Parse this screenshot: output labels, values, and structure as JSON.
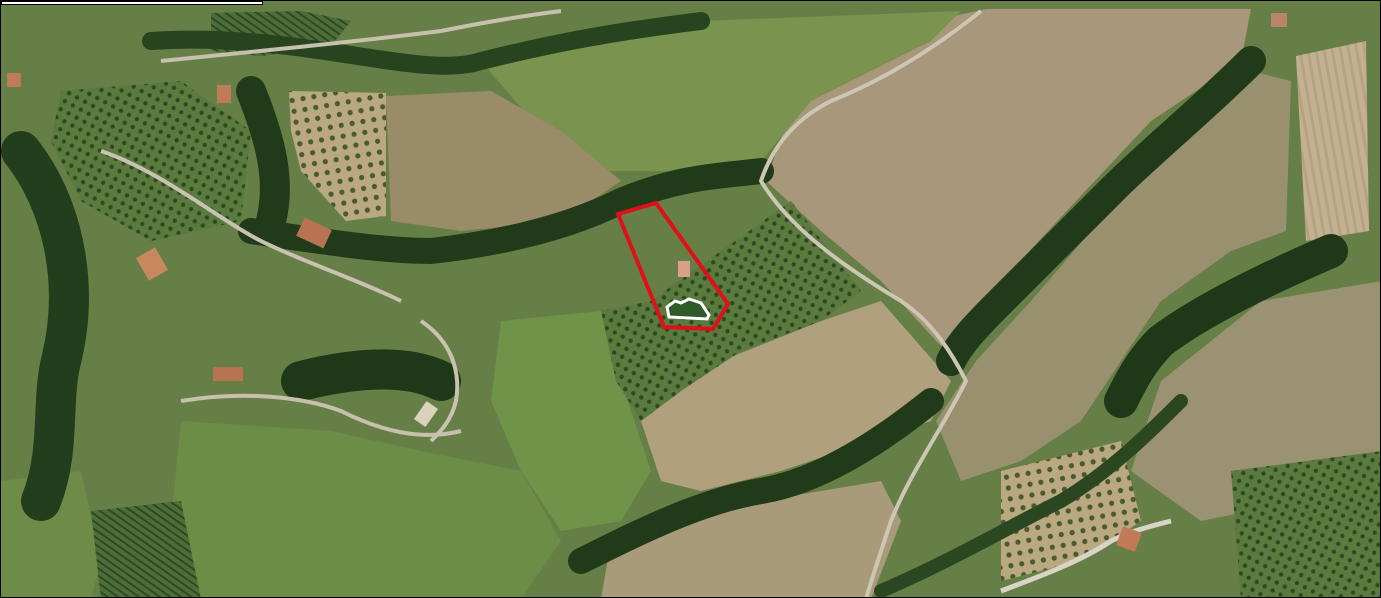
{
  "map": {
    "kind": "aerial-orthophoto",
    "colors": {
      "parcel_outline": "#e0101a",
      "building_outline": "#ffffff",
      "building_fill": "#2f5a2a",
      "vegetation_dark": "#23401d",
      "vegetation_mid": "#52753a",
      "meadow_green": "#6f914c",
      "field_dry": "#a0916d",
      "field_light": "#c2b090",
      "road": "#c9c2b0",
      "roof": "#c07a56"
    },
    "icons": [
      "parcel-outline",
      "building-outline"
    ]
  }
}
